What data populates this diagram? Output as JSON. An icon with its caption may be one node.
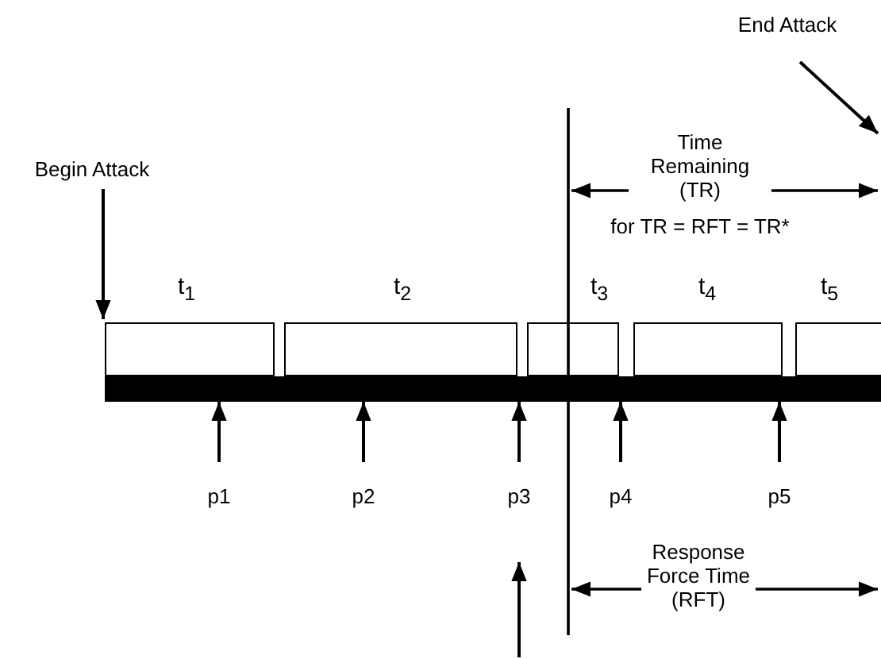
{
  "diagram": {
    "nodes": [
      {
        "text": [
          "t$_{1}$"
        ]
      },
      {
        "text": [
          "t$_{2}$"
        ]
      },
      {
        "text": [
          "t$_{3}$"
        ]
      },
      {
        "text": [
          "t$_{4}$"
        ]
      },
      {
        "text": [
          "t$_{5}$"
        ]
      },
      {
        "text": [],
        "shape": "bar"
      },
      {
        "text": [
          "p1"
        ]
      },
      {
        "text": [
          "p2"
        ]
      },
      {
        "text": [
          "p3"
        ]
      },
      {
        "text": [
          "p4"
        ]
      },
      {
        "text": [
          "p5"
        ]
      },
      {
        "text": [
          "Begin Attack"
        ]
      },
      {
        "text": [
          "End Attack"
        ]
      }
    ],
    "edges": [
      {
        "from": 6,
        "to": 5,
        "arrow": "to"
      },
      {
        "from": 7,
        "to": 5,
        "arrow": "to"
      },
      {
        "from": 8,
        "to": 5,
        "arrow": "to"
      },
      {
        "from": 9,
        "to": 5,
        "arrow": "to"
      },
      {
        "from": 10,
        "to": 5,
        "arrow": "to"
      },
      {
        "from": 11,
        "to": 0,
        "arrow": "to"
      },
      {
        "from": 12,
        "to": null,
        "arrow": "to"
      }
    ],
    "labels": [
      "Time Remaining (TR)",
      "for TR = RFT = TR*",
      "Response Force Time (RFT)"
    ]
  }
}
